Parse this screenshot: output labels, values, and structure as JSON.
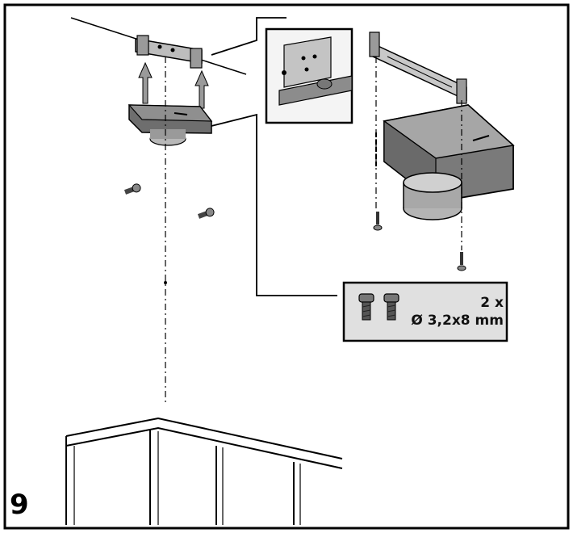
{
  "step": {
    "number": "9"
  },
  "callout": {
    "quantity": "2 x",
    "spec": "Ø 3,2x8 mm"
  },
  "colors": {
    "line": "#000000",
    "metal_gray": "#8a8a8a",
    "dark_gray": "#5a5a5a",
    "light_gray": "#c8c8c8",
    "label_bg": "#e0e0e0"
  }
}
